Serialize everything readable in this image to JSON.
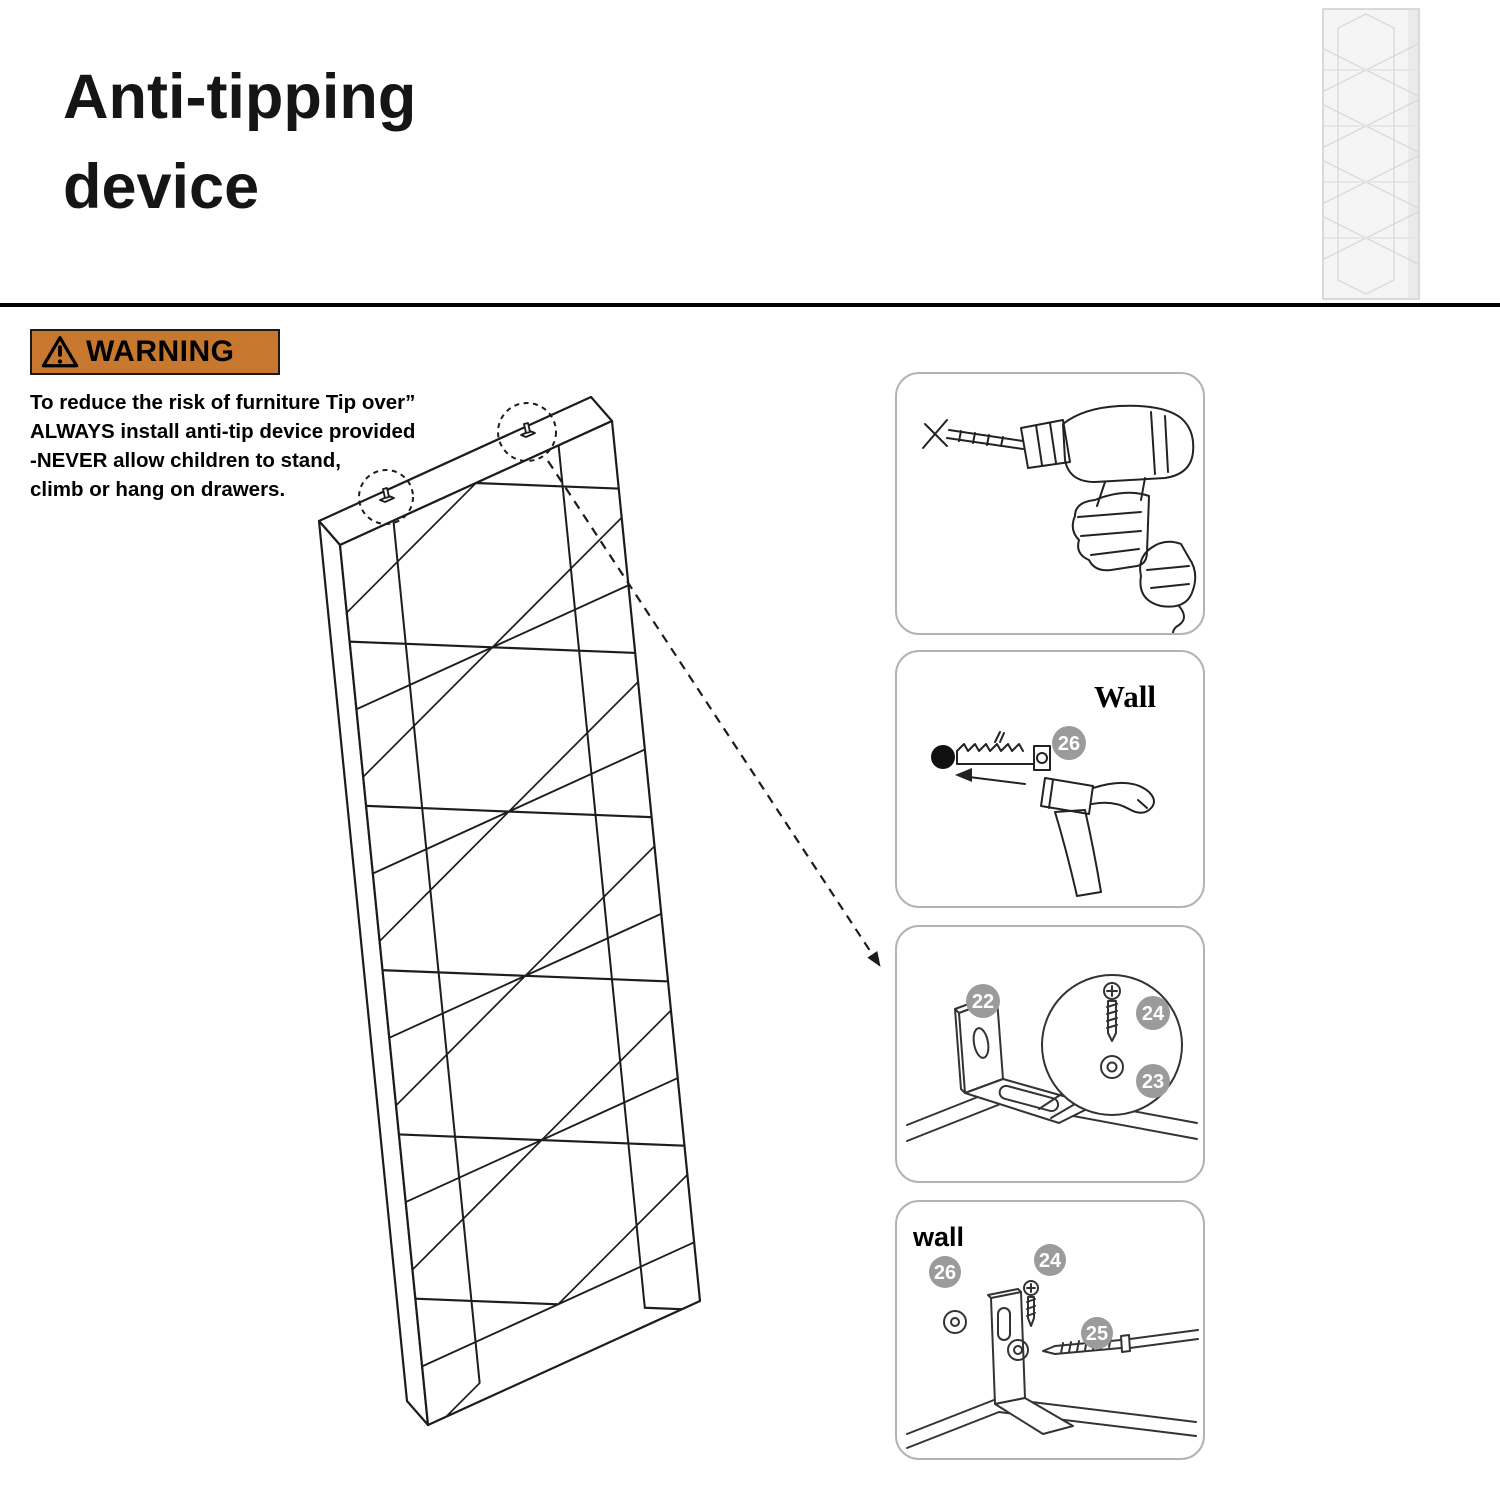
{
  "header": {
    "title_line1": "Anti-tipping",
    "title_line2": "device"
  },
  "warning": {
    "label": "WARNING",
    "lines": [
      "To reduce the risk of furniture Tip over”",
      "ALWAYS install anti-tip device provided",
      "-NEVER allow children to stand,",
      "climb or hang on drawers."
    ]
  },
  "steps": {
    "anchor": {
      "label": "Wall",
      "badge": "26"
    },
    "bracket": {
      "badge_bracket": "22",
      "badge_screw": "24",
      "badge_washer": "23"
    },
    "wall_mount": {
      "label": "wall",
      "badge_cap": "26",
      "badge_screw": "24",
      "badge_bolt": "25"
    }
  },
  "icons": {
    "warning": "warning-triangle-icon",
    "main": "cabinet-with-anti-tip-brackets-illustration",
    "thumbnail": "cabinet-front-thumbnail",
    "step1": "power-drill-illustration",
    "step2": "hammer-and-wall-plug-illustration",
    "step3": "anti-tip-bracket-with-screw-and-washer-illustration",
    "step4": "bracket-wall-mounting-illustration"
  },
  "colors": {
    "warning_bg": "#c8772e",
    "badge_bg": "#9b9b9b",
    "line_art": "#1c1c1c"
  }
}
